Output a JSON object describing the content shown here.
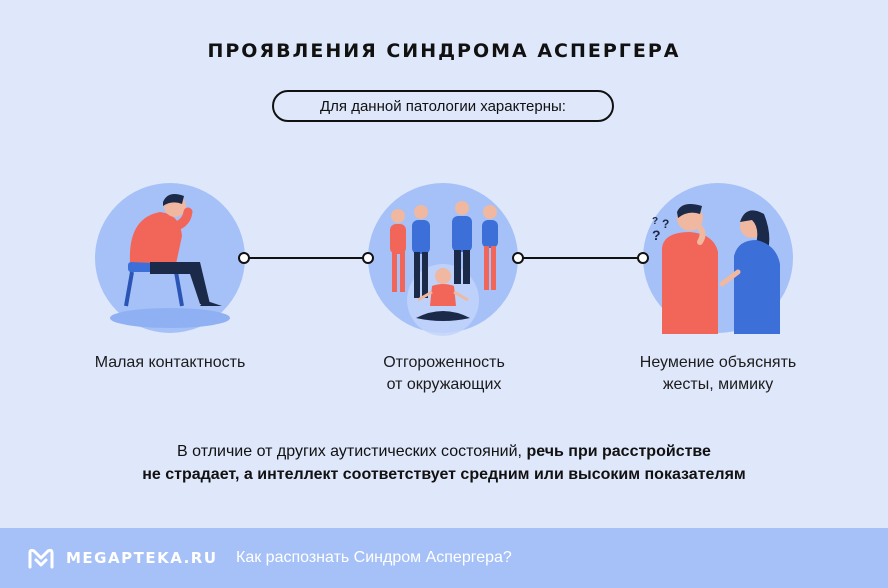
{
  "title": "ПРОЯВЛЕНИЯ СИНДРОМА АСПЕРГЕРА",
  "subtitle": "Для данной патологии характерны:",
  "nodes": [
    {
      "caption_line1": "Малая контактность",
      "caption_line2": ""
    },
    {
      "caption_line1": "Отгороженность",
      "caption_line2": "от окружающих"
    },
    {
      "caption_line1": "Неумение объяснять",
      "caption_line2": "жесты, мимику"
    }
  ],
  "note": {
    "line1_normal": "В отличие от других аутистических состояний, ",
    "line1_bold": "речь при расстройстве",
    "line2_bold": "не страдает, а интеллект соответствует средним или высоким показателям"
  },
  "footer": {
    "brand": "MEGAPTEKA.RU",
    "link": "Как распознать Синдром Аспергера?"
  },
  "icons": [
    "sad-man-sitting-icon",
    "crowd-meditation-icon",
    "confused-couple-icon",
    "megapteka-logo-icon"
  ],
  "colors": {
    "background": "#dfe7fb",
    "circle": "#a6c1f7",
    "footer": "#a6c1f7",
    "accent_red": "#f2665a",
    "accent_blue": "#3d6fd9",
    "dark": "#1c2a4a"
  }
}
